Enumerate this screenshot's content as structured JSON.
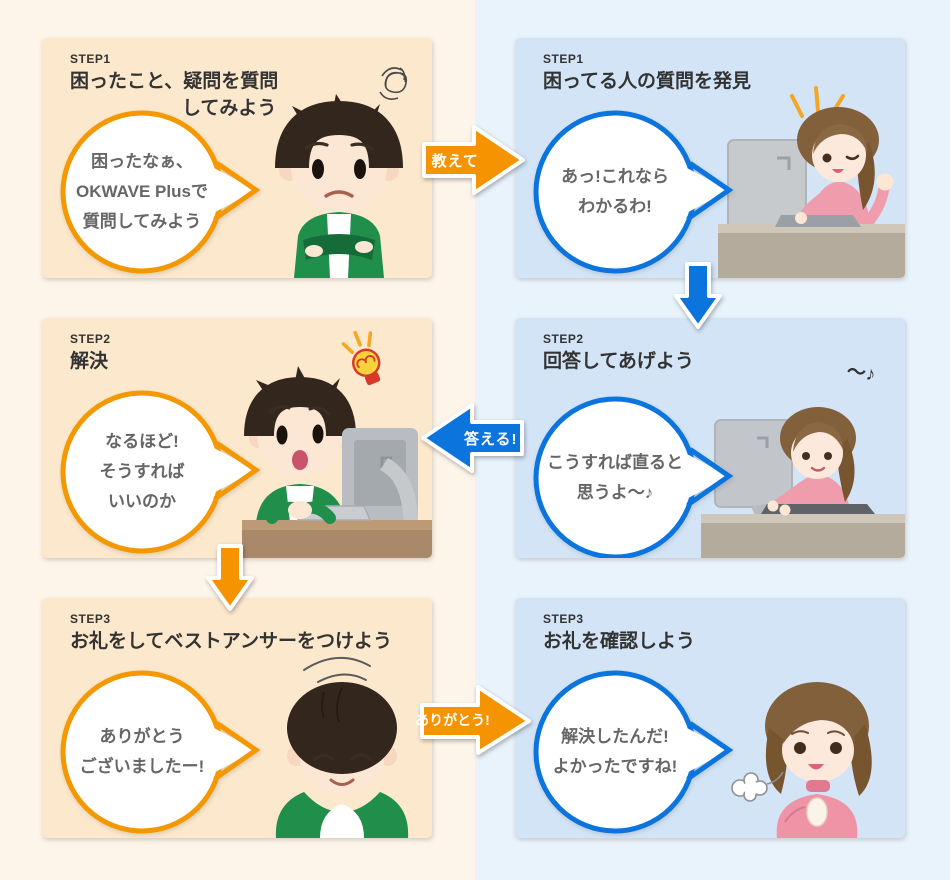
{
  "diagram": {
    "service_name": "OKWAVE Plus",
    "left_column_role": "question-asker",
    "right_column_role": "answerer"
  },
  "colors": {
    "orange_accent": "#f39800",
    "blue_accent": "#0b74dd",
    "panel_left_bg": "#fce8cc",
    "panel_right_bg": "#d2e4f6",
    "page_left_bg": "#fdf5ea",
    "page_right_bg": "#e9f3fc",
    "heading_text": "#333333",
    "bubble_text": "#666666"
  },
  "panels": [
    {
      "step": "STEP1",
      "title_lines": [
        "困ったこと、疑問を質問",
        "してみよう"
      ],
      "bubble_lines": [
        "困ったなぁ、",
        "OKWAVE Plusで",
        "質問してみよう"
      ],
      "side": "left",
      "character": "worried boy with crossed arms"
    },
    {
      "step": "STEP1",
      "title_lines": [
        "困ってる人の質問を発見"
      ],
      "bubble_lines": [
        "あっ!これなら",
        "わかるわ!"
      ],
      "side": "right",
      "character": "girl at computer winking"
    },
    {
      "step": "STEP2",
      "title_lines": [
        "解決"
      ],
      "bubble_lines": [
        "なるほど!",
        "そうすれば",
        "いいのか"
      ],
      "side": "left",
      "character": "surprised boy at computer with lightbulb"
    },
    {
      "step": "STEP2",
      "title_lines": [
        "回答してあげよう"
      ],
      "bubble_lines": [
        "こうすれば直ると",
        "思うよ〜♪"
      ],
      "side": "right",
      "character": "girl typing at computer humming"
    },
    {
      "step": "STEP3",
      "title_lines": [
        "お礼をしてベストアンサーをつけよう"
      ],
      "bubble_lines": [
        "ありがとう",
        "ございましたー!"
      ],
      "side": "left",
      "character": "boy bowing in thanks"
    },
    {
      "step": "STEP3",
      "title_lines": [
        "お礼を確認しよう"
      ],
      "bubble_lines": [
        "解決したんだ!",
        "よかったですね!"
      ],
      "side": "right",
      "character": "girl smiling with relief"
    }
  ],
  "arrows": {
    "teach": {
      "label": "教えて",
      "direction": "right",
      "color": "orange"
    },
    "down_blue": {
      "label": "",
      "direction": "down",
      "color": "blue"
    },
    "answer": {
      "label": "答える!",
      "direction": "left",
      "color": "blue"
    },
    "down_orange": {
      "label": "",
      "direction": "down",
      "color": "orange"
    },
    "thanks": {
      "label": "ありがとう!",
      "direction": "right",
      "color": "orange"
    }
  },
  "decorations": {
    "music_note": "〜♪"
  }
}
